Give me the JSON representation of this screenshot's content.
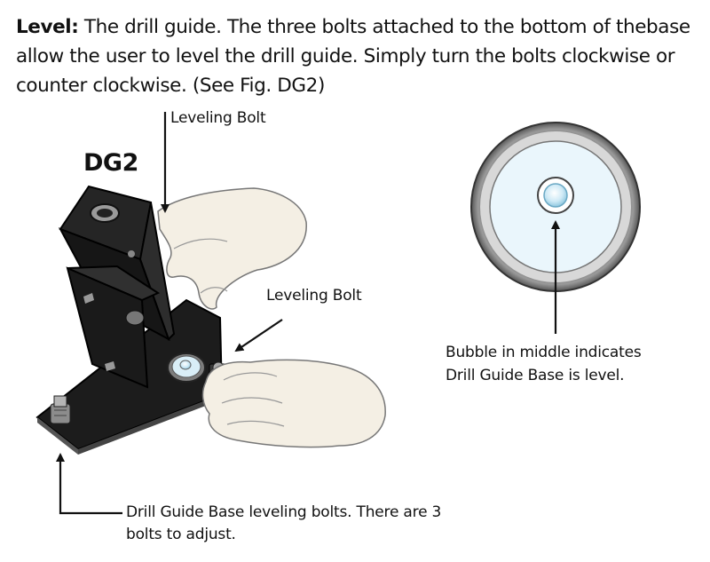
{
  "intro": {
    "lead": "Level:",
    "text": " The drill guide. The three bolts attached to the bottom of thebase allow the user to level the drill guide. Simply turn the bolts clockwise or counter clockwise. (See Fig. DG2)"
  },
  "figure_title": "DG2",
  "labels": {
    "leveling_bolt_top": "Leveling Bolt",
    "leveling_bolt_side": "Leveling Bolt",
    "bubble_line1": "Bubble in middle indicates",
    "bubble_line2": "Drill Guide Base is level.",
    "base_bolts_line1": "Drill Guide Base leveling bolts. There are 3",
    "base_bolts_line2": "bolts to adjust."
  },
  "colors": {
    "metal": "#1c1c1c",
    "skin": "#f4efe4",
    "level_ring": "#8a8a8a",
    "bubble": "#bfe3f3"
  }
}
